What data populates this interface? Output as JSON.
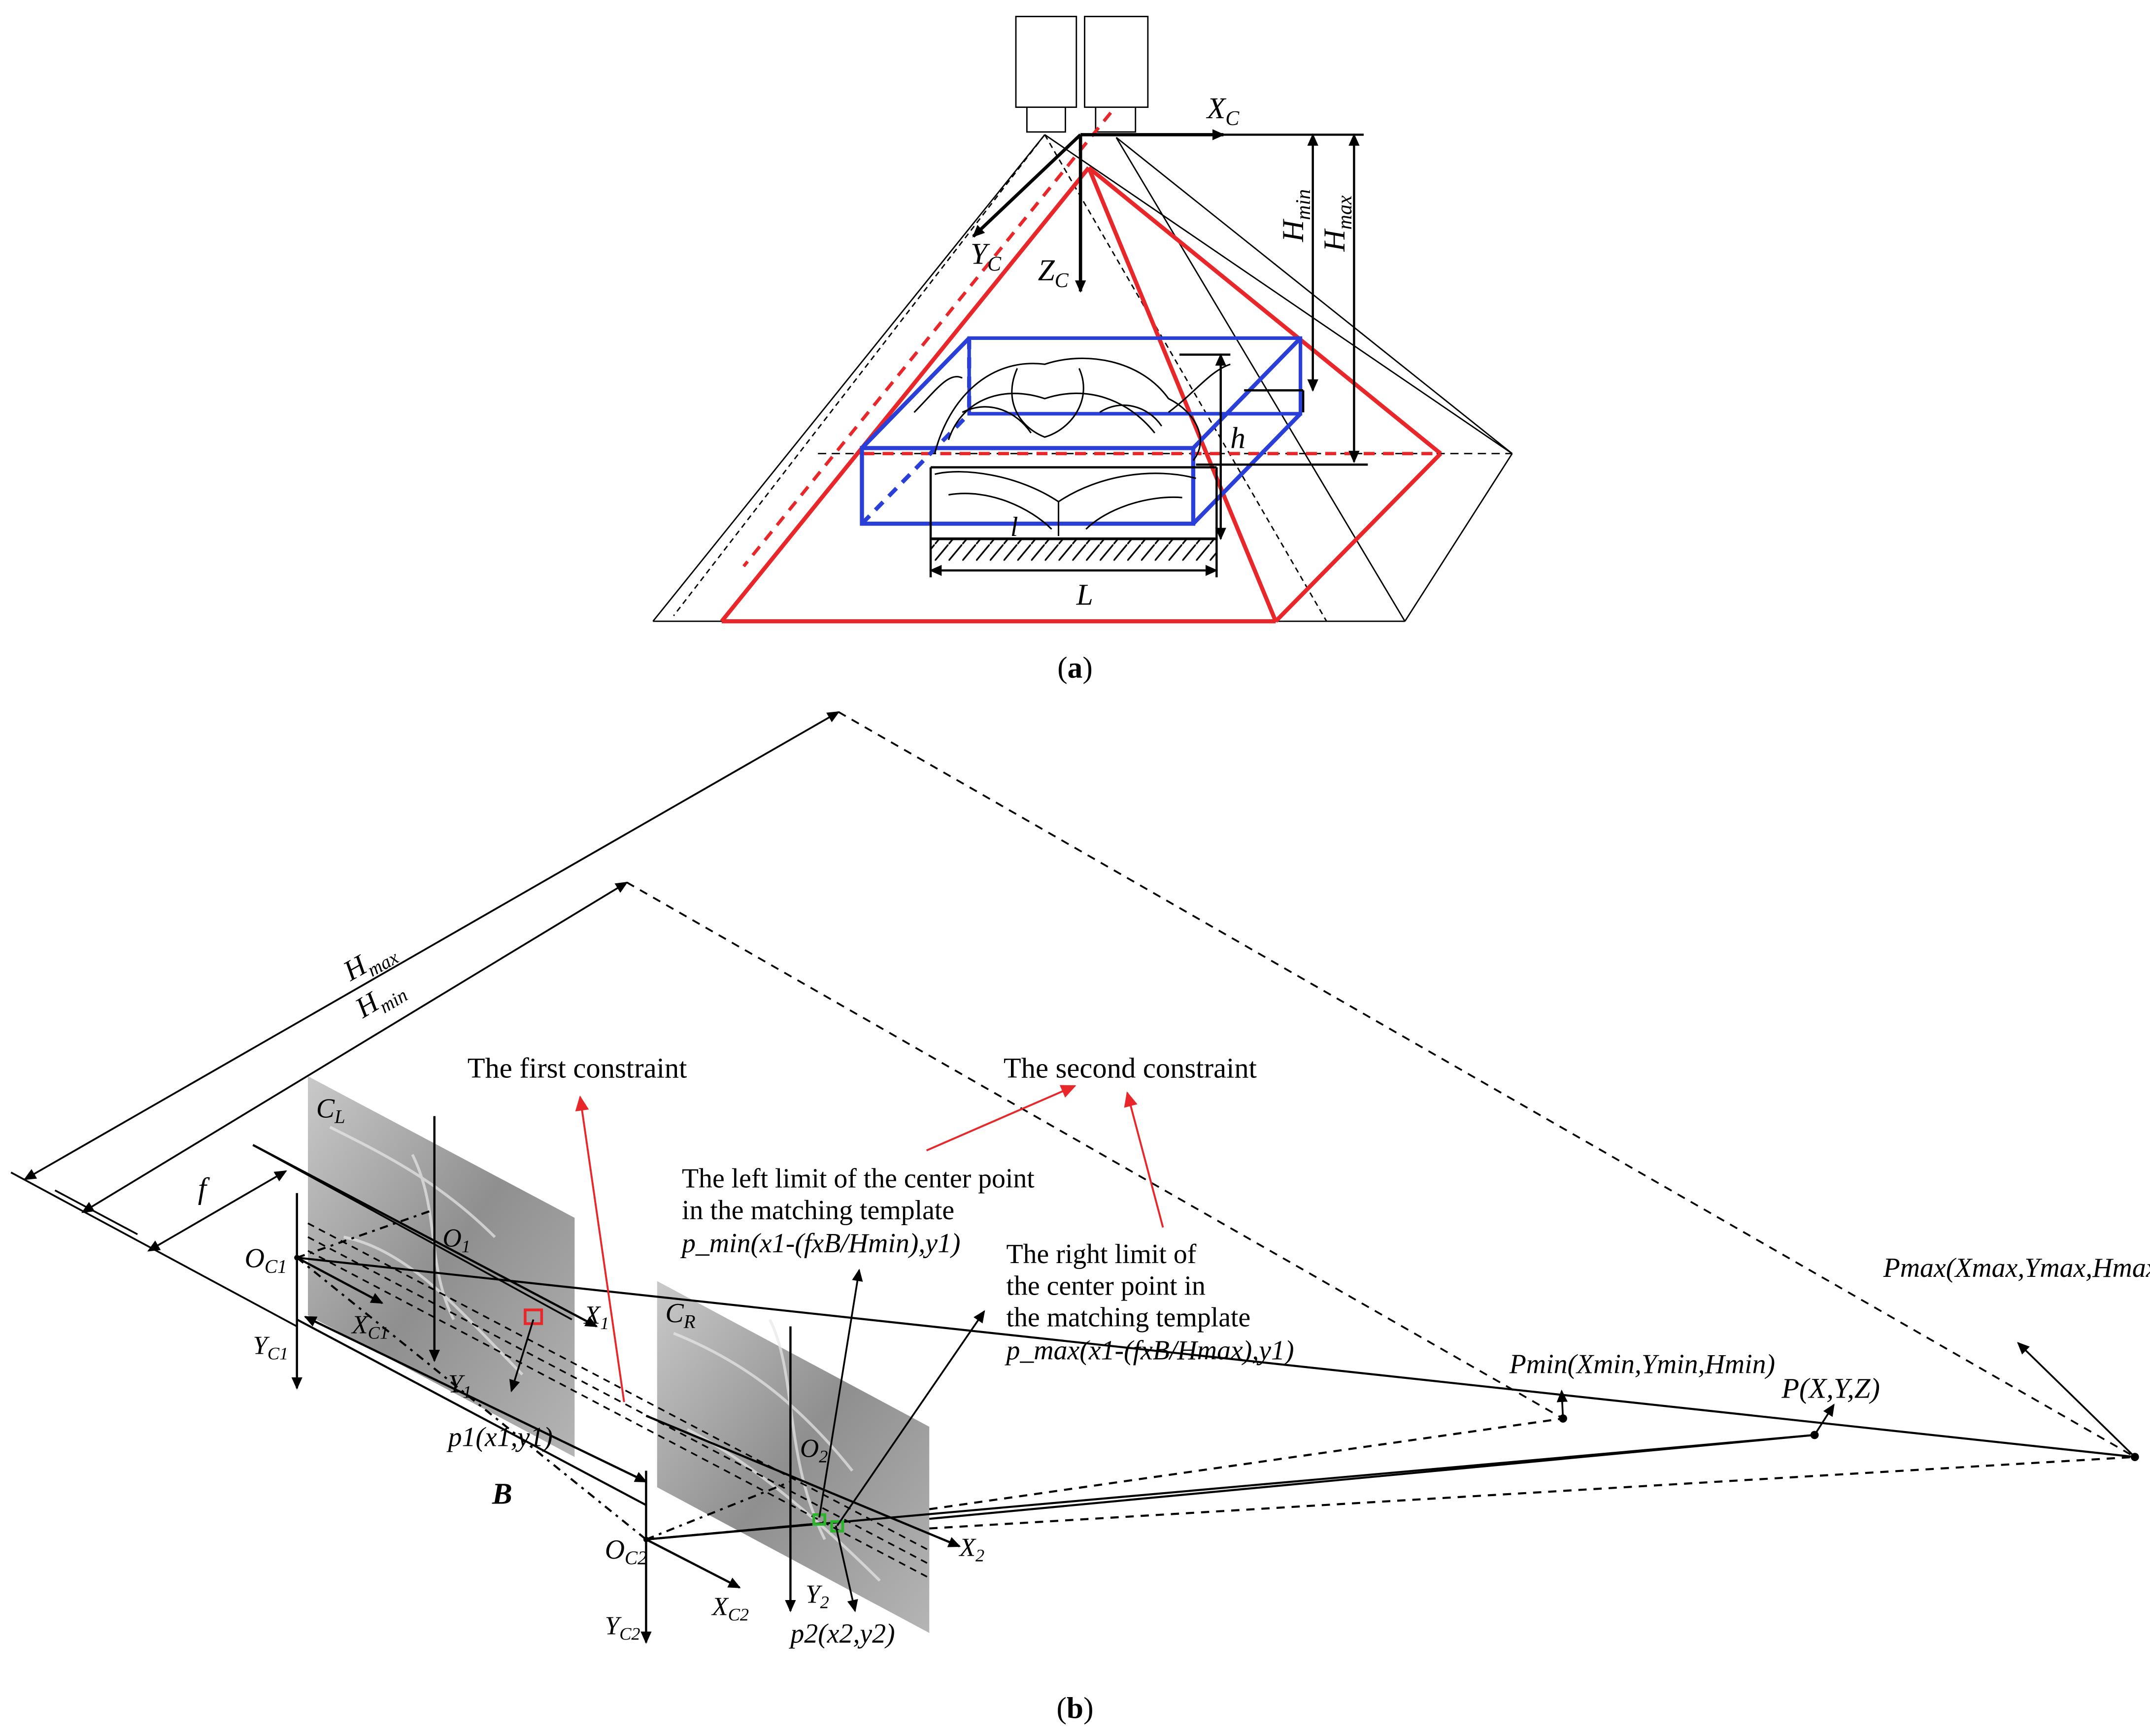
{
  "panel_a": {
    "caption": "(a)",
    "caption_letter": "a",
    "labels": {
      "xc": "X",
      "xc_sub": "C",
      "yc": "Y",
      "yc_sub": "C",
      "zc": "Z",
      "zc_sub": "C",
      "hmin": "H",
      "hmin_sub": "min",
      "hmax": "H",
      "hmax_sub": "max",
      "h": "h",
      "l": "l",
      "L": "L"
    }
  },
  "panel_b": {
    "caption": "(b)",
    "caption_letter": "b",
    "dims": {
      "hmax": "H",
      "hmax_sub": "max",
      "hmin": "H",
      "hmin_sub": "min",
      "f": "f",
      "B": "B"
    },
    "constraints": {
      "first": "The first constraint",
      "second": "The second constraint"
    },
    "left_limit": {
      "line1": "The left limit of the center point",
      "line2": "in the matching template",
      "formula": "p_min(x1-(fxB/Hmin),y1)"
    },
    "right_limit": {
      "line1": "The right limit of",
      "line2": "the center point in",
      "line3": "the matching template",
      "formula": "p_max(x1-(fxB/Hmax),y1)"
    },
    "camera_left": {
      "name": "C",
      "name_sub": "L",
      "origin": "O",
      "origin_sub": "C1",
      "xc": "X",
      "xc_sub": "C1",
      "yc": "Y",
      "yc_sub": "C1",
      "o": "O",
      "o_sub": "1",
      "x": "X",
      "x_sub": "1",
      "y": "Y",
      "y_sub": "1",
      "point": "p1(x1,y1)"
    },
    "camera_right": {
      "name": "C",
      "name_sub": "R",
      "origin": "O",
      "origin_sub": "C2",
      "xc": "X",
      "xc_sub": "C2",
      "yc": "Y",
      "yc_sub": "C2",
      "o": "O",
      "o_sub": "2",
      "x": "X",
      "x_sub": "2",
      "y": "Y",
      "y_sub": "2",
      "point": "p2(x2,y2)"
    },
    "points": {
      "pmin": "Pmin(Xmin,Ymin,Hmin)",
      "p": "P(X,Y,Z)",
      "pmax": "Pmax(Xmax,Ymax,Hmax)"
    }
  },
  "colors": {
    "red": "#e8272b",
    "blue": "#2a3fd8",
    "black": "#000000",
    "image_fill": "#a9a9a9"
  }
}
